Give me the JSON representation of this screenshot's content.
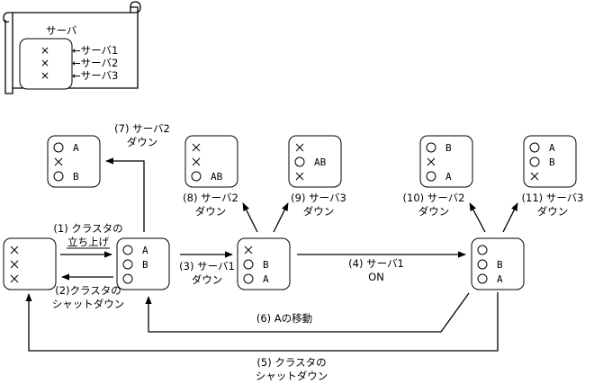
{
  "legend": {
    "title": "サーバ",
    "rows": [
      {
        "symbol": "×",
        "label": "←サーバ1"
      },
      {
        "symbol": "×",
        "label": "←サーバ2"
      },
      {
        "symbol": "×",
        "label": "←サーバ3"
      }
    ]
  },
  "symbols": {
    "up": "○",
    "down": "×"
  },
  "states": [
    {
      "id": "s0",
      "rows": [
        {
          "s": "down",
          "r": ""
        },
        {
          "s": "down",
          "r": ""
        },
        {
          "s": "down",
          "r": ""
        }
      ]
    },
    {
      "id": "s1",
      "rows": [
        {
          "s": "up",
          "r": "A"
        },
        {
          "s": "up",
          "r": "B"
        },
        {
          "s": "up",
          "r": ""
        }
      ]
    },
    {
      "id": "s3",
      "rows": [
        {
          "s": "down",
          "r": ""
        },
        {
          "s": "up",
          "r": "B"
        },
        {
          "s": "up",
          "r": "A"
        }
      ]
    },
    {
      "id": "s4",
      "rows": [
        {
          "s": "up",
          "r": ""
        },
        {
          "s": "up",
          "r": "B"
        },
        {
          "s": "up",
          "r": "A"
        }
      ]
    },
    {
      "id": "s7",
      "rows": [
        {
          "s": "up",
          "r": "A"
        },
        {
          "s": "down",
          "r": ""
        },
        {
          "s": "up",
          "r": "B"
        }
      ]
    },
    {
      "id": "s8",
      "rows": [
        {
          "s": "down",
          "r": ""
        },
        {
          "s": "down",
          "r": ""
        },
        {
          "s": "up",
          "r": "AB"
        }
      ]
    },
    {
      "id": "s9",
      "rows": [
        {
          "s": "down",
          "r": ""
        },
        {
          "s": "up",
          "r": "AB"
        },
        {
          "s": "down",
          "r": ""
        }
      ]
    },
    {
      "id": "s10",
      "rows": [
        {
          "s": "up",
          "r": "B"
        },
        {
          "s": "down",
          "r": ""
        },
        {
          "s": "up",
          "r": "A"
        }
      ]
    },
    {
      "id": "s11",
      "rows": [
        {
          "s": "up",
          "r": "A"
        },
        {
          "s": "up",
          "r": "B"
        },
        {
          "s": "down",
          "r": ""
        }
      ]
    }
  ],
  "transitions": [
    {
      "id": "t1",
      "lines": [
        "(1) クラスタの",
        "立ち上げ"
      ]
    },
    {
      "id": "t2",
      "lines": [
        "(2)クラスタの",
        "シャットダウン"
      ]
    },
    {
      "id": "t3",
      "lines": [
        "(3) サーバ1",
        "ダウン"
      ]
    },
    {
      "id": "t4",
      "lines": [
        "(4) サーバ1",
        "ON"
      ]
    },
    {
      "id": "t5",
      "lines": [
        "(5) クラスタの",
        "シャットダウン"
      ]
    },
    {
      "id": "t6",
      "lines": [
        "(6) Aの移動"
      ]
    },
    {
      "id": "t7",
      "lines": [
        "(7) サーバ2",
        "ダウン"
      ]
    },
    {
      "id": "t8",
      "lines": [
        "(8) サーバ2",
        "ダウン"
      ]
    },
    {
      "id": "t9",
      "lines": [
        "(9) サーバ3",
        "ダウン"
      ]
    },
    {
      "id": "t10",
      "lines": [
        "(10) サーバ2",
        "ダウン"
      ]
    },
    {
      "id": "t11",
      "lines": [
        "(11) サーバ3",
        "ダウン"
      ]
    }
  ]
}
